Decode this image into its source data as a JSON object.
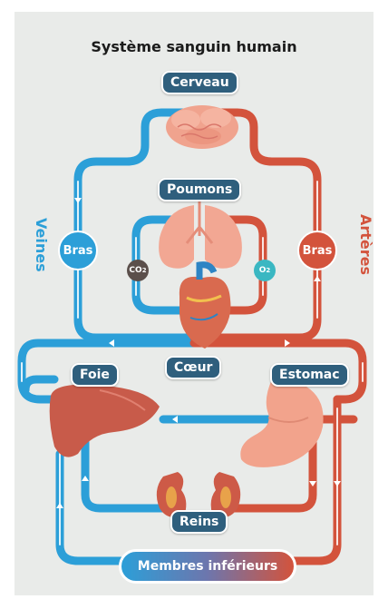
{
  "title": "Système sanguin humain",
  "labels": {
    "brain": "Cerveau",
    "lungs": "Poumons",
    "arm_left": "Bras",
    "arm_right": "Bras",
    "heart": "Cœur",
    "liver": "Foie",
    "stomach": "Estomac",
    "kidneys": "Reins",
    "legs": "Membres inférieurs"
  },
  "gases": {
    "left": "CO",
    "left_sub": "2",
    "right": "O",
    "right_sub": "2"
  },
  "side_labels": {
    "left": "Veines",
    "right": "Artères"
  },
  "colors": {
    "vein": "#2c9fd8",
    "artery": "#d3533c",
    "tag": "#2f5f7d",
    "panel": "#e9ebe9"
  }
}
